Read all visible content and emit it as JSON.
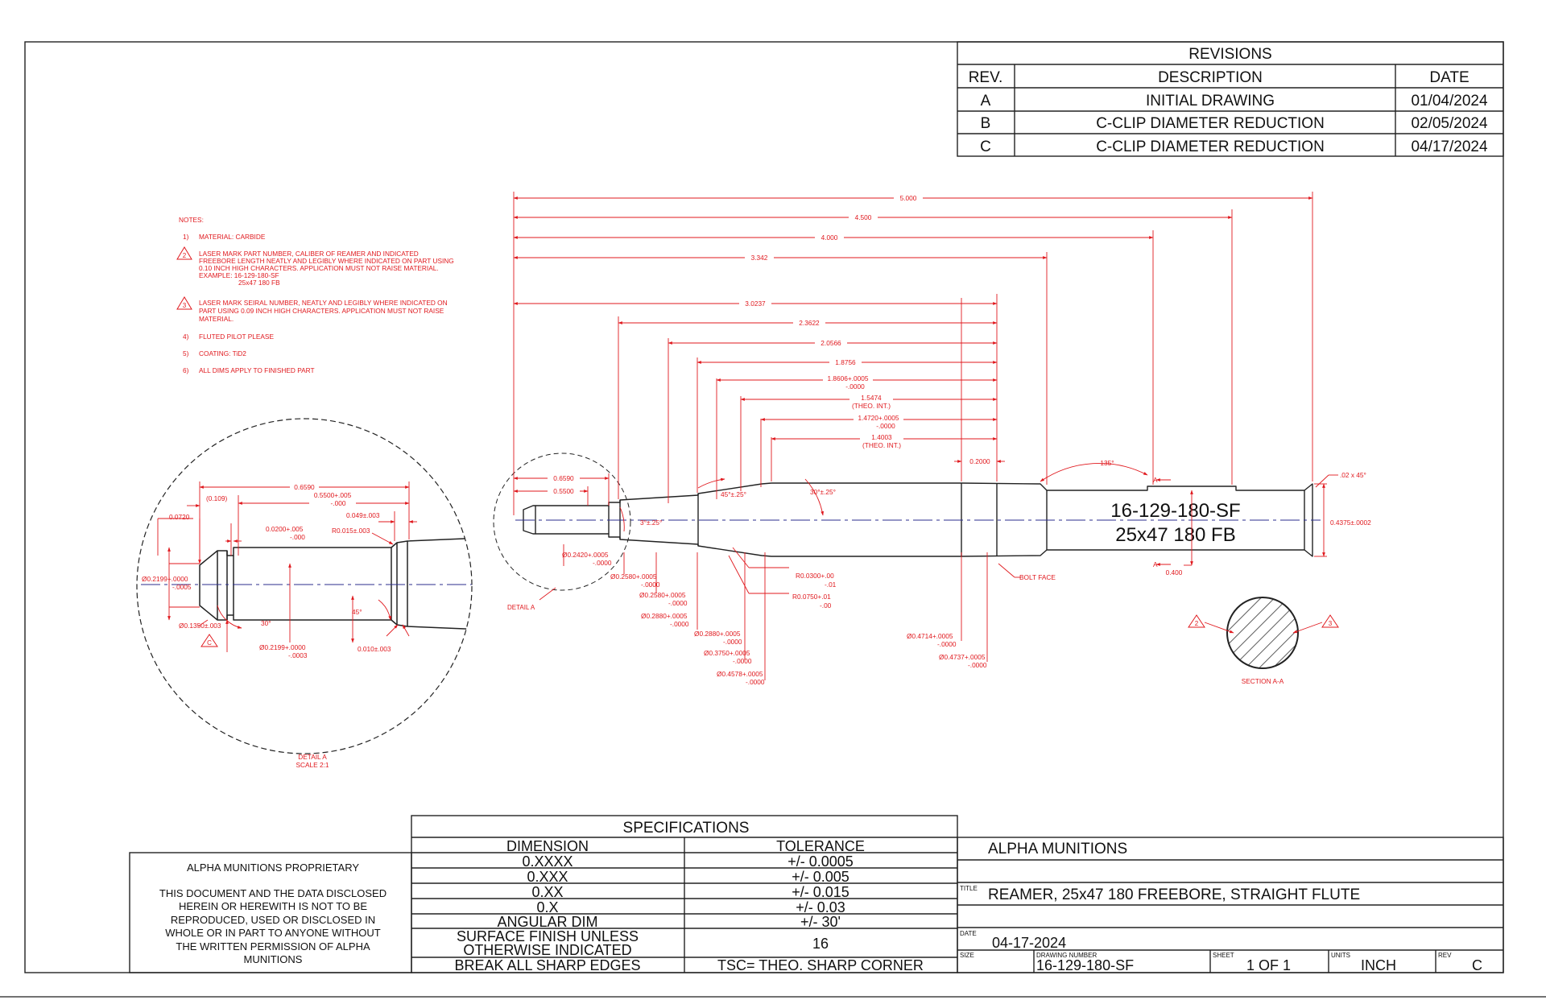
{
  "revisions": {
    "title": "REVISIONS",
    "headers": [
      "REV.",
      "DESCRIPTION",
      "DATE"
    ],
    "rows": [
      {
        "rev": "A",
        "desc": "INITIAL DRAWING",
        "date": "01/04/2024"
      },
      {
        "rev": "B",
        "desc": "C-CLIP DIAMETER REDUCTION",
        "date": "02/05/2024"
      },
      {
        "rev": "C",
        "desc": "C-CLIP DIAMETER REDUCTION",
        "date": "04/17/2024"
      }
    ]
  },
  "notes": {
    "heading": "NOTES:",
    "items": [
      {
        "num": "1)",
        "lines": [
          "MATERIAL: CARBIDE"
        ]
      },
      {
        "num": "2",
        "flag": true,
        "lines": [
          "LASER MARK PART NUMBER, CALIBER OF REAMER AND INDICATED",
          "FREEBORE LENGTH NEATLY AND LEGIBLY WHERE INDICATED ON PART USING",
          "0.10 INCH HIGH CHARACTERS. APPLICATION MUST NOT RAISE MATERIAL.",
          "EXAMPLE:   16-129-180-SF",
          "                   25x47 180 FB"
        ]
      },
      {
        "num": "3",
        "flag": true,
        "lines": [
          "LASER MARK SEIRAL NUMBER, NEATLY AND LEGIBLY WHERE INDICATED ON",
          "PART USING 0.09 INCH HIGH CHARACTERS. APPLICATION MUST NOT RAISE",
          "MATERIAL."
        ]
      },
      {
        "num": "4)",
        "lines": [
          "FLUTED PILOT PLEASE"
        ]
      },
      {
        "num": "5)",
        "lines": [
          "COATING: TiD2"
        ]
      },
      {
        "num": "6)",
        "lines": [
          "ALL DIMS APPLY TO FINISHED PART"
        ]
      }
    ]
  },
  "part": {
    "mark_line1": "16-129-180-SF",
    "mark_line2": "25x47 180 FB",
    "overall_dims": [
      "5.000",
      "4.500",
      "4.000",
      "3.342"
    ],
    "dims": [
      "3.0237",
      "2.3622",
      "2.0566",
      "1.8756"
    ],
    "dim_tol": [
      {
        "value": "1.8606+.0005",
        "tol": "-.0000"
      },
      {
        "value": "1.5474",
        "tol": "(THEO. INT.)"
      },
      {
        "value": "1.4720+.0005",
        "tol": "-.0000"
      },
      {
        "value": "1.4003",
        "tol": "(THEO. INT.)"
      }
    ],
    "pilot_dims": [
      "0.6590",
      "0.5500"
    ],
    "angle_135": "135°",
    "chamfer_right": ".02 x 45°",
    "shank_dia": "0.4375±.0002",
    "slot_depth": "0.400",
    "bolt_face_width": "0.2000",
    "bolt_face_label": "BOLT FACE",
    "angle1": "45°±.25°",
    "angle2": "30°±.25°",
    "angle3": "3°±.25°",
    "radius1": {
      "value": "R0.0300+.00",
      "tol": "-.01"
    },
    "radius2": {
      "value": "R0.0750+.01",
      "tol": "-.00"
    },
    "section_mark": "A",
    "detail_a_label": "DETAIL A",
    "diameters": [
      {
        "value": "Ø0.2420+.0005",
        "tol": "-.0000"
      },
      {
        "value": "Ø0.2580+.0005",
        "tol": "-.0000"
      },
      {
        "value": "Ø0.2580+.0005",
        "tol": "-.0000"
      },
      {
        "value": "Ø0.2880+.0005",
        "tol": "-.0000"
      },
      {
        "value": "Ø0.2880+.0005",
        "tol": "-.0000"
      },
      {
        "value": "Ø0.3750+.0005",
        "tol": "-.0000"
      },
      {
        "value": "Ø0.4578+.0005",
        "tol": "-.0000"
      },
      {
        "value": "Ø0.4714+.0005",
        "tol": "-.0000"
      },
      {
        "value": "Ø0.4737+.0005",
        "tol": "-.0000"
      }
    ]
  },
  "detail": {
    "title": "DETAIL A",
    "scale": "SCALE 2:1",
    "dims": {
      "d6590": "0.6590",
      "d5500": {
        "value": "0.5500+.005",
        "tol": "-.000"
      },
      "d109": "(0.109)",
      "d0720": "0.0720",
      "d049": "0.049±.003",
      "d0200": {
        "value": "0.0200+.005",
        "tol": "-.000"
      },
      "r015": "R0.015±.003",
      "dia2199a": {
        "value": "Ø0.2199+.0000",
        "tol": "-.0005"
      },
      "dia1350": "Ø0.1350±.003",
      "angle30": "30°",
      "angle45": "45°",
      "dia2199b": {
        "value": "Ø0.2199+.0000",
        "tol": "-.0003"
      },
      "d010": "0.010±.003"
    }
  },
  "section": {
    "title": "SECTION A-A",
    "flag_left": "2",
    "flag_right": "3"
  },
  "specs": {
    "title": "SPECIFICATIONS",
    "headers": [
      "DIMENSION",
      "TOLERANCE"
    ],
    "rows": [
      [
        "0.XXXX",
        "+/- 0.0005"
      ],
      [
        "0.XXX",
        "+/- 0.005"
      ],
      [
        "0.XX",
        "+/- 0.015"
      ],
      [
        "0.X",
        "+/- 0.03"
      ],
      [
        "ANGULAR DIM",
        "+/- 30'"
      ]
    ],
    "finish": {
      "line1": "SURFACE FINISH UNLESS",
      "line2": "OTHERWISE INDICATED",
      "value": "16"
    },
    "last": [
      "BREAK ALL SHARP EDGES",
      "TSC= THEO. SHARP CORNER"
    ]
  },
  "proprietary": {
    "heading": "ALPHA MUNITIONS PROPRIETARY",
    "body": [
      "THIS DOCUMENT AND THE DATA DISCLOSED",
      "HEREIN OR HEREWITH IS NOT TO BE",
      "REPRODUCED, USED OR DISCLOSED IN",
      "WHOLE OR IN PART TO ANYONE WITHOUT",
      "THE WRITTEN PERMISSION OF ALPHA",
      "MUNITIONS"
    ]
  },
  "title_block": {
    "company": "ALPHA MUNITIONS",
    "title_label": "TITLE",
    "title": "REAMER, 25x47 180 FREEBORE, STRAIGHT FLUTE",
    "date_label": "DATE",
    "date": "04-17-2024",
    "size_label": "SIZE",
    "drawing_label": "DRAWING NUMBER",
    "drawing_number": "16-129-180-SF",
    "sheet_label": "SHEET",
    "sheet": "1 OF 1",
    "units_label": "UNITS",
    "units": "INCH",
    "rev_label": "REV",
    "rev": "C"
  }
}
